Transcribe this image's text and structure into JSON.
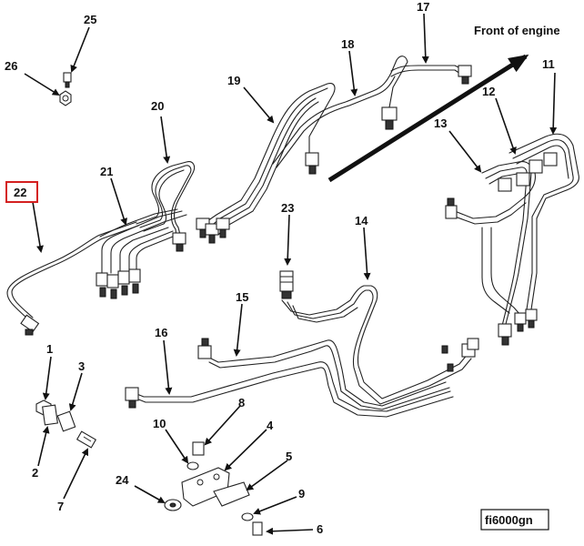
{
  "diagram": {
    "direction_label": "Front of engine",
    "figure_code": "fi6000gn",
    "highlighted_callout": "22",
    "highlight_color": "#d42020",
    "callouts": {
      "c1": "1",
      "c2": "2",
      "c3": "3",
      "c4": "4",
      "c5": "5",
      "c6": "6",
      "c7": "7",
      "c8": "8",
      "c9": "9",
      "c10": "10",
      "c11": "11",
      "c12": "12",
      "c13": "13",
      "c14": "14",
      "c15": "15",
      "c16": "16",
      "c17": "17",
      "c18": "18",
      "c19": "19",
      "c20": "20",
      "c21": "21",
      "c22": "22",
      "c23": "23",
      "c24": "24",
      "c25": "25",
      "c26": "26"
    }
  }
}
